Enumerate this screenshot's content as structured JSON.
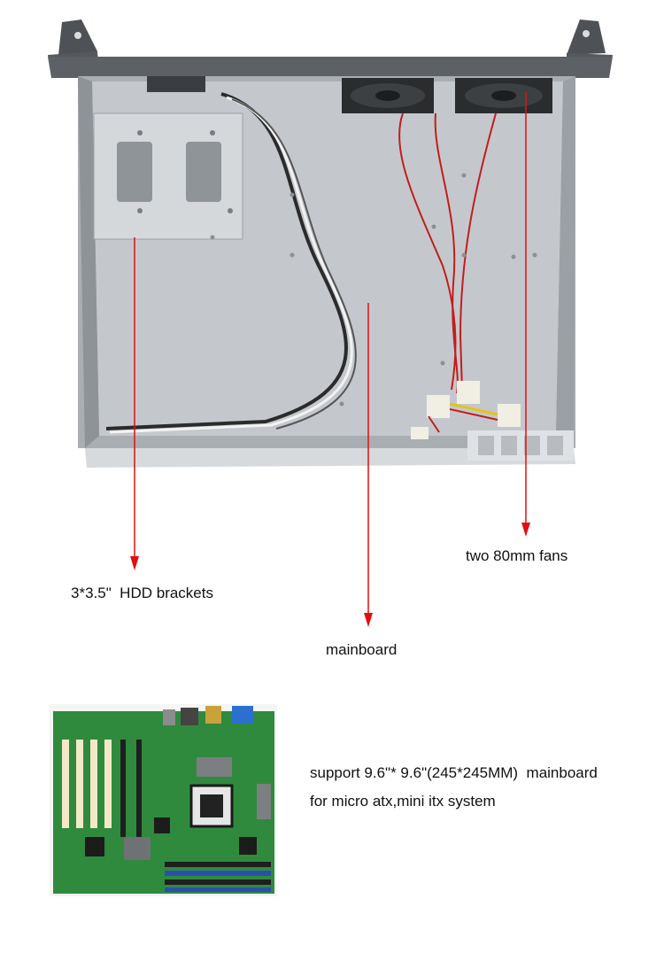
{
  "colors": {
    "arrow": "#e01010",
    "chassis_dark": "#5d6064",
    "chassis_panel": "#c9cdd1",
    "chassis_floor": "#bcc1c6",
    "pcb_green": "#2f8a3e",
    "label_text": "#111111"
  },
  "callouts": {
    "hdd": "3*3.5\"  HDD brackets",
    "mainboard": "mainboard",
    "fans": "two 80mm fans"
  },
  "description": {
    "line1": "support 9.6\"* 9.6\"(245*245MM)  mainboard",
    "line2": "for micro atx,mini itx system"
  }
}
